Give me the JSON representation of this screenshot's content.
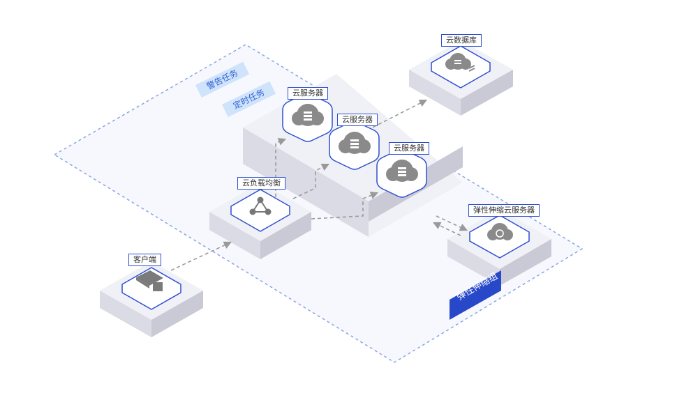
{
  "labels": {
    "alert_task": "警告任务",
    "timer_task": "定时任务",
    "server_1": "云服务器",
    "server_2": "云服务器",
    "server_3": "云服务器",
    "database": "云数据库",
    "load_balancer": "云负载均衡",
    "autoscale_server": "弹性伸缩云服务器",
    "client": "客户端",
    "group": "弹性伸缩组"
  },
  "colors": {
    "accent": "#2748c9",
    "outline": "#2d4fd0",
    "task_bg": "#cfe3fb",
    "task_text": "#2e5fd6",
    "platform_top": "#f0f1f6",
    "platform_left": "#dadbe4",
    "platform_right": "#c9cad6",
    "cloud_fill": "#8a8a8a",
    "arrow": "#999999",
    "group_border": "#8aa4e6"
  },
  "icons": {
    "server": "cloud-server-icon",
    "database": "cloud-database-icon",
    "load_balancer": "share-nodes-icon",
    "autoscale": "cloud-refresh-icon",
    "client": "computer-icon"
  }
}
